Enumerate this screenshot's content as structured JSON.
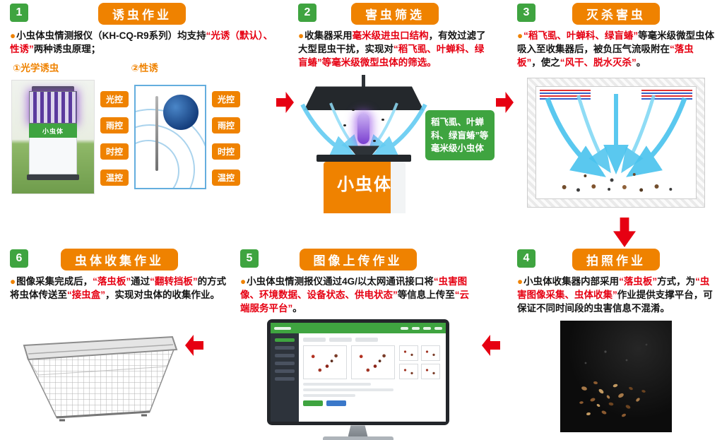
{
  "palette": {
    "green": "#3fa440",
    "orange": "#ef8200",
    "red": "#e60012"
  },
  "bullet": "●",
  "steps": [
    {
      "number": "1",
      "title": "诱虫作业",
      "body": [
        {
          "t": "小虫体虫情测报仪（KH-CQ-R9系列）均支持",
          "em": false
        },
        {
          "t": "“光诱（默认）、性诱”",
          "em": true
        },
        {
          "t": "两种诱虫原理；",
          "em": false
        }
      ],
      "sublabels": [
        "①光学诱虫",
        "②性诱"
      ],
      "tags": [
        "光控",
        "雨控",
        "时控",
        "温控"
      ],
      "device_label": "小虫体"
    },
    {
      "number": "2",
      "title": "害虫筛选",
      "body": [
        {
          "t": "收集器采用",
          "em": false
        },
        {
          "t": "毫米级进虫口结构",
          "em": true
        },
        {
          "t": "，有效过滤了大型昆虫干扰，实现对",
          "em": false
        },
        {
          "t": "“稻飞虱、叶蝉科、绿盲蝽”等毫米级微型虫体的筛选。",
          "em": true
        }
      ],
      "callout": "稻飞虱、叶蝉科、绿盲蝽”等毫米级小虫体",
      "device_label": "小虫体"
    },
    {
      "number": "3",
      "title": "灭杀害虫",
      "body": [
        {
          "t": "“稻飞虱、叶蝉科、绿盲蝽”",
          "em": true
        },
        {
          "t": "等毫米级微型虫体吸入至收集器后，被负压气流吸附在",
          "em": false
        },
        {
          "t": "“落虫板”",
          "em": true
        },
        {
          "t": "，使之",
          "em": false
        },
        {
          "t": "“风干、脱水灭杀”",
          "em": true
        },
        {
          "t": "。",
          "em": false
        }
      ]
    },
    {
      "number": "4",
      "title": "拍照作业",
      "body": [
        {
          "t": "小虫体收集器内部采用",
          "em": false
        },
        {
          "t": "“落虫板”",
          "em": true
        },
        {
          "t": "方式，为",
          "em": false
        },
        {
          "t": "“虫害图像采集、虫体收集”",
          "em": true
        },
        {
          "t": "作业提供支撑平台，可保证不同时间段的虫害信息不混淆。",
          "em": false
        }
      ]
    },
    {
      "number": "5",
      "title": "图像上传作业",
      "body": [
        {
          "t": "小虫体虫情测报仪通过4G/以太网通讯接口将",
          "em": false
        },
        {
          "t": "“虫害图像、环境数据、设备状态、供电状态”",
          "em": true
        },
        {
          "t": "等信息上传至",
          "em": false
        },
        {
          "t": "“云端服务平台”",
          "em": true
        },
        {
          "t": "。",
          "em": false
        }
      ]
    },
    {
      "number": "6",
      "title": "虫体收集作业",
      "body": [
        {
          "t": "图像采集完成后，",
          "em": false
        },
        {
          "t": "“落虫板”",
          "em": true
        },
        {
          "t": "通过",
          "em": false
        },
        {
          "t": "“翻转挡板”",
          "em": true
        },
        {
          "t": "的方式将虫体传送至",
          "em": false
        },
        {
          "t": "“接虫盒”",
          "em": true
        },
        {
          "t": "，实现对虫体的收集作业。",
          "em": false
        }
      ]
    }
  ]
}
